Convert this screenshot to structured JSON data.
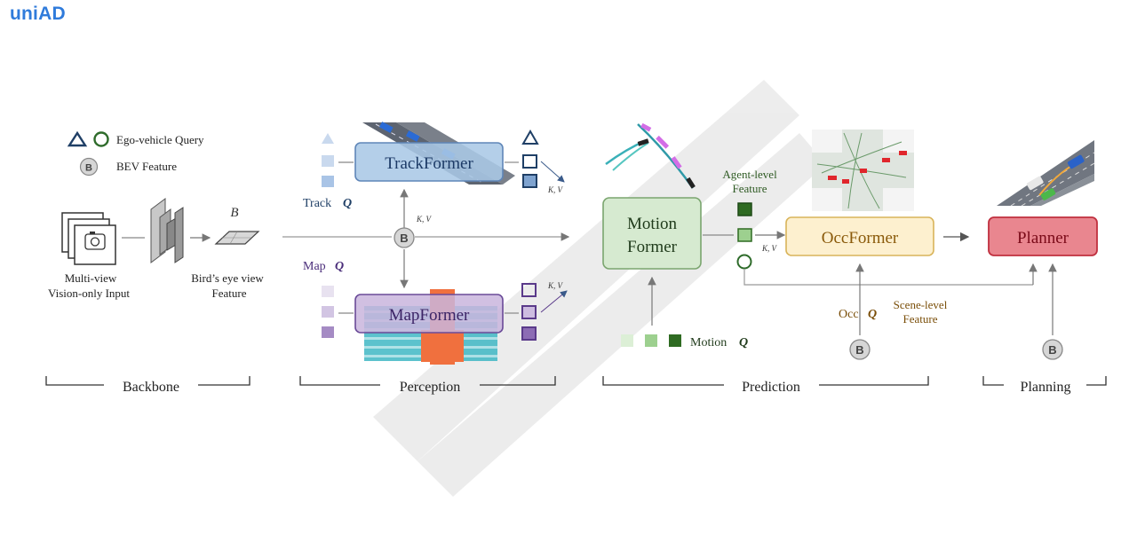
{
  "page": {
    "title": "uniAD"
  },
  "legend": {
    "ego_query": "Ego-vehicle Query",
    "bev_feature": "BEV Feature",
    "b_symbol": "B"
  },
  "backbone": {
    "input_label_1": "Multi-view",
    "input_label_2": "Vision-only Input",
    "bev_label_1": "Bird’s eye view",
    "bev_label_2": "Feature",
    "bev_symbol": "B"
  },
  "perception": {
    "track_former": "TrackFormer",
    "map_former": "MapFormer",
    "track_q": "Track",
    "map_q": "Map",
    "q_symbol": "Q",
    "kv": "K, V"
  },
  "prediction": {
    "motion_former_1": "Motion",
    "motion_former_2": "Former",
    "motion_q": "Motion",
    "agent_level_1": "Agent-level",
    "agent_level_2": "Feature",
    "occ_former": "OccFormer",
    "occ_q": "Occ",
    "scene_level_1": "Scene-level",
    "scene_level_2": "Feature",
    "kv": "K, V"
  },
  "planning": {
    "planner": "Planner"
  },
  "sections": {
    "backbone": "Backbone",
    "perception": "Perception",
    "prediction": "Prediction",
    "planning": "Planning"
  },
  "colors": {
    "track": "#aac8e6",
    "map": "#c9b5dd",
    "motion": "#d6ead0",
    "occ": "#fdf0cf",
    "planner": "#e9868f",
    "title": "#2f7bdb"
  }
}
